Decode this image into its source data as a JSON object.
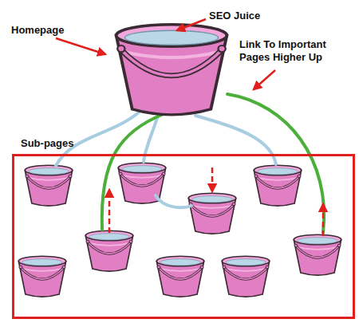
{
  "diagram": {
    "nodes": [
      {
        "text": [
          "Sub-pages"
        ]
      }
    ],
    "labels": [
      "Homepage",
      "SEO Juice",
      "Link To Important Pages Higher Up"
    ]
  }
}
